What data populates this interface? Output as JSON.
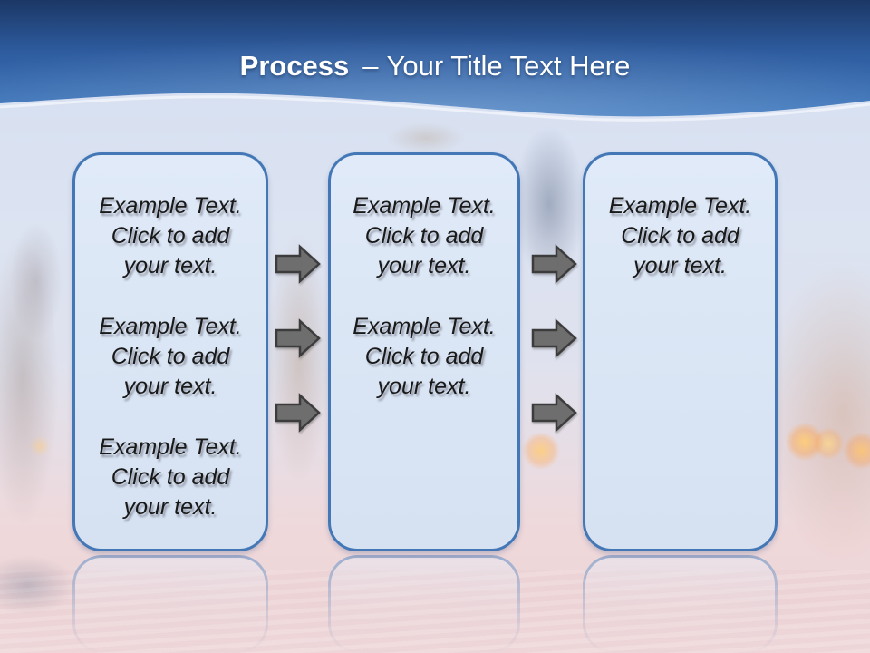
{
  "title": {
    "keyword": "Process",
    "separator": "–",
    "rest": "Your Title Text Here"
  },
  "boxes": [
    {
      "paragraphs": [
        {
          "lines": [
            "Example Text.",
            "Click  to add",
            "your text."
          ]
        },
        {
          "lines": [
            "Example Text.",
            "Click  to add",
            "your text."
          ]
        },
        {
          "lines": [
            "Example Text.",
            "Click  to add",
            "your text."
          ]
        }
      ]
    },
    {
      "paragraphs": [
        {
          "lines": [
            "Example Text.",
            "Click  to add",
            "your text."
          ]
        },
        {
          "lines": [
            "Example Text.",
            "Click  to add",
            "your text."
          ]
        }
      ]
    },
    {
      "paragraphs": [
        {
          "lines": [
            "Example Text.",
            "Click  to add",
            "your text."
          ]
        }
      ]
    }
  ],
  "icons": {
    "arrow": "block-arrow-right-icon"
  },
  "colors": {
    "header_top": "#1b3765",
    "header_mid": "#2e5c9f",
    "header_bottom": "#417bc0",
    "title_text": "#ffffff",
    "box_border": "#4377b6",
    "box_fill": "#d9e5f4",
    "body_text": "#191919",
    "arrow_fill": "#6e6e6e",
    "arrow_outline": "#3c3c3c",
    "background_light": "#dbe3f2",
    "background_bottom_pink": "#eed6d8"
  }
}
